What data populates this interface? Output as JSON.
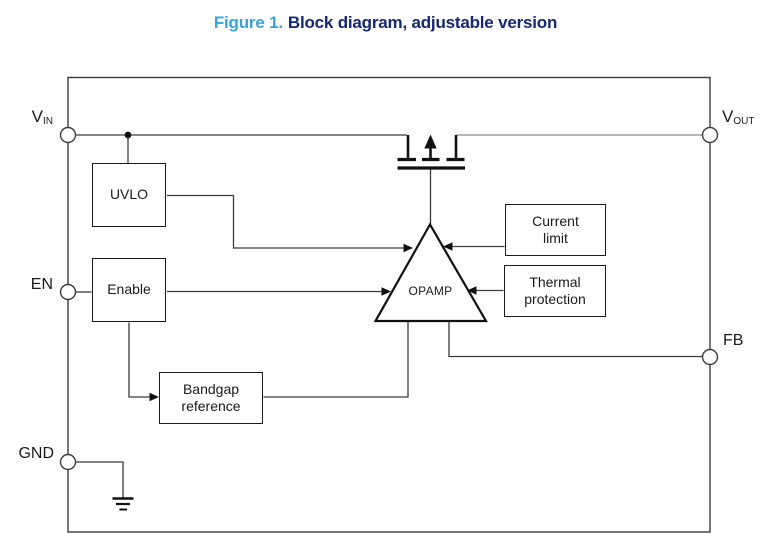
{
  "figure": {
    "label": "Figure 1.",
    "caption": "Block diagram, adjustable version"
  },
  "colors": {
    "figure_label_blue": "#35a3dc",
    "figure_caption_navy": "#152878",
    "wire": "#3c3c3c",
    "wire_light": "#8a8a8a",
    "block_border": "#1a1a1a",
    "text": "#1a1a1a",
    "background": "#ffffff"
  },
  "pins": {
    "vin": {
      "base": "V",
      "subscript": "IN"
    },
    "vout": {
      "base": "V",
      "subscript": "OUT"
    },
    "en": {
      "label": "EN"
    },
    "gnd": {
      "label": "GND"
    },
    "fb": {
      "label": "FB"
    }
  },
  "blocks": {
    "uvlo": {
      "label": "UVLO"
    },
    "enable": {
      "label": "Enable"
    },
    "bandgap": {
      "line1": "Bandgap",
      "line2": "reference"
    },
    "current_limit": {
      "line1": "Current",
      "line2": "limit"
    },
    "thermal_protection": {
      "line1": "Thermal",
      "line2": "protection"
    },
    "opamp": {
      "label": "OPAMP"
    }
  }
}
